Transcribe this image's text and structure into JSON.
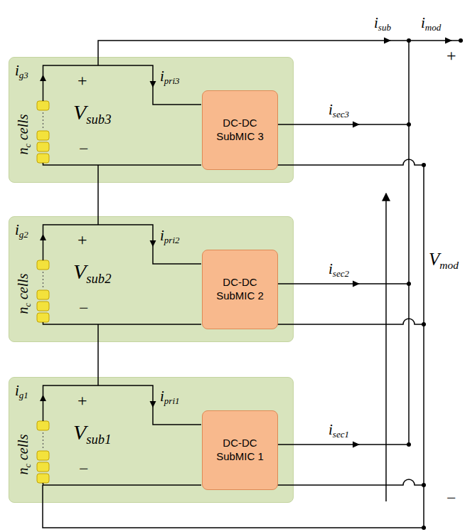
{
  "diagram": {
    "nodes": [
      {
        "text": [
          "nc cells",
          "ig3",
          "+",
          "Vsub3",
          "−",
          "ipri3"
        ]
      },
      {
        "text": [
          "DC-DC SubMIC 3"
        ],
        "in": 0
      },
      {
        "text": [
          "nc cells",
          "ig2",
          "+",
          "Vsub2",
          "−",
          "ipri2"
        ]
      },
      {
        "text": [
          "DC-DC SubMIC 2"
        ],
        "in": 2
      },
      {
        "text": [
          "nc cells",
          "ig1",
          "+",
          "Vsub1",
          "−",
          "ipri1"
        ]
      },
      {
        "text": [
          "DC-DC SubMIC 1"
        ],
        "in": 4
      }
    ],
    "edges": [
      {
        "from": 0,
        "to": 2,
        "arrow": "none"
      },
      {
        "from": 2,
        "to": 4,
        "arrow": "none"
      }
    ],
    "labels": [
      "isub",
      "imod",
      "+",
      "isec3",
      "isec2",
      "isec1",
      "Vmod",
      "−"
    ]
  }
}
